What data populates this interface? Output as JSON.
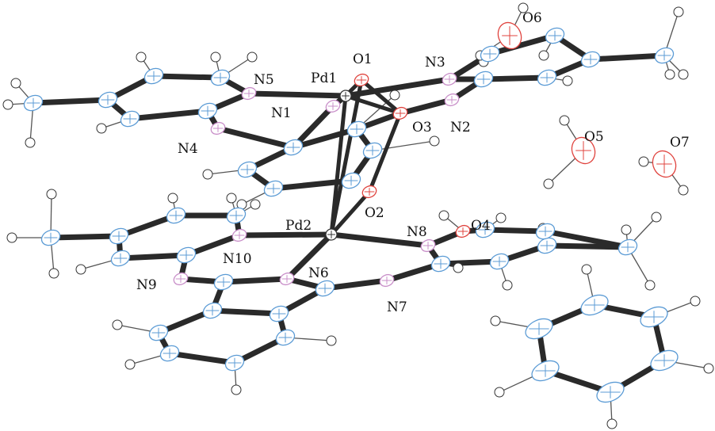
{
  "figure": {
    "type": "ORTEP molecular structure",
    "colors": {
      "carbon": "#5b9bd5",
      "nitrogen": "#c98fc9",
      "oxygen": "#e0443f",
      "hydrogen": "#333333",
      "bond": "#2a2a2a"
    },
    "labels": {
      "Pd1": "Pd1",
      "Pd2": "Pd2",
      "O1": "O1",
      "O2": "O2",
      "O3": "O3",
      "O4": "O4",
      "O5": "O5",
      "O6": "O6",
      "O7": "O7",
      "N1": "N1",
      "N2": "N2",
      "N3": "N3",
      "N4": "N4",
      "N5": "N5",
      "N6": "N6",
      "N7": "N7",
      "N8": "N8",
      "N9": "N9",
      "N10": "N10"
    }
  }
}
